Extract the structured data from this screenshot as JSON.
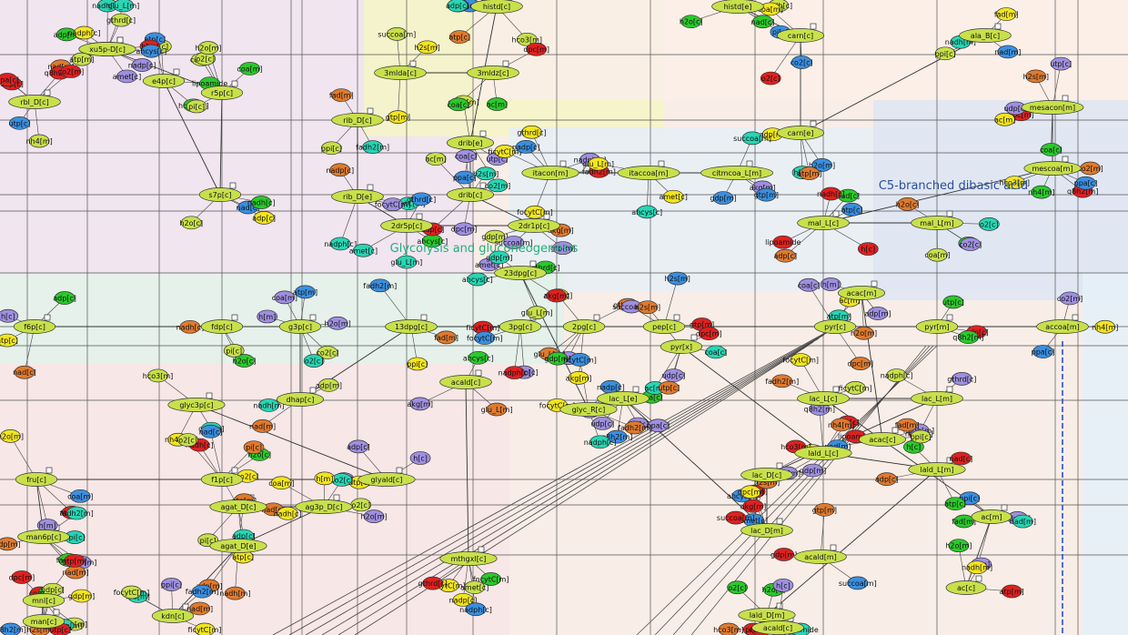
{
  "palette": {
    "metabolite": "#c8e04a",
    "cofactor_yellow": "#f2e51e",
    "proton_purple": "#9f8fe0",
    "water_blue": "#3a8fe0",
    "oxygen_green": "#2bc92b",
    "nad_teal": "#27d6b4",
    "coa_orange": "#e07a2e",
    "red_node": "#e02020",
    "mito_grey": "#cde6e0",
    "edge": "#3a3a3a"
  },
  "regions": {
    "glycolysis": {
      "label": "Glycolysis and gluconeogenesis",
      "color": "#1fae7a"
    },
    "c5": {
      "label": "C5-branched dibasic acid",
      "color": "#2a4e9a"
    }
  },
  "main_nodes": [
    "f6p[c]",
    "fdp[c]",
    "g3p[c]",
    "dhap[c]",
    "13dpg[c]",
    "3pg[c]",
    "2pg[c]",
    "pep[c]",
    "pyr[c]",
    "pyr[m]",
    "accoa[m]",
    "e4p[c]",
    "s7p[c]",
    "r5p[c]",
    "ru5p-D[c]",
    "rib_D[c]",
    "rib_D[e]",
    "2dr5p[c]",
    "2dr1p[c]",
    "drib[c]",
    "drib[e]",
    "histd[c]",
    "histd[e]",
    "carn[c]",
    "carn[e]",
    "ala_B[c]",
    "itacon[m]",
    "itaccoa[m]",
    "citmcoa_L[m]",
    "mesacon[m]",
    "mescoa[m]",
    "mal_L[c]",
    "mal_L[m]",
    "ac[c]",
    "ac[m]",
    "lac_L[c]",
    "lac_L[m]",
    "lac_D[c]",
    "lac_D[m]",
    "lac_L[e]",
    "glyc3p[c]",
    "glyald[c]",
    "f1p[c]",
    "fru[c]",
    "man6p[c]",
    "mthgxl[c]",
    "acald[c]",
    "acald[m]",
    "pyr[x]",
    "lald_L[c]",
    "lald_L[m]",
    "lald_D[m]",
    "acac[m]",
    "acac[c]",
    "glyc_R[c]",
    "23dpg[c]",
    "3mlda[c]",
    "3mldz[c]",
    "rbl_D[c]",
    "acald[c]",
    "agat_D[c]",
    "ag3p_D[c]",
    "agat_D[e]",
    "kdn[c]",
    "xu5p-D[c]",
    "mnl[c]",
    "man[c]"
  ],
  "small_labels": [
    "h[c]",
    "atp[c]",
    "adp[c]",
    "nad[c]",
    "nadh[c]",
    "h2o[c]",
    "pi[c]",
    "co2[c]",
    "o2[c]",
    "coa[m]",
    "h2o[m]",
    "h[m]",
    "atp[m]",
    "adp[m]",
    "nadh[m]",
    "nad[m]",
    "ppi[c]",
    "fad[m]",
    "fadh2[m]",
    "ficytC[m]",
    "focytC[m]",
    "nadp[c]",
    "nadph[c]",
    "gthrd[c]",
    "amet[c]",
    "ahcys[c]",
    "glu_L[m]",
    "akg[m]",
    "gdp[m]",
    "gtp[m]",
    "succoa[m]",
    "h2s[m]",
    "dpc[m]",
    "coa[c]",
    "ac[m]",
    "udp[c]",
    "utp[c]",
    "q8h2[m]",
    "ppa[c]",
    "co2[m]",
    "nh4[m]",
    "hco3[m]",
    "lipoamide"
  ]
}
